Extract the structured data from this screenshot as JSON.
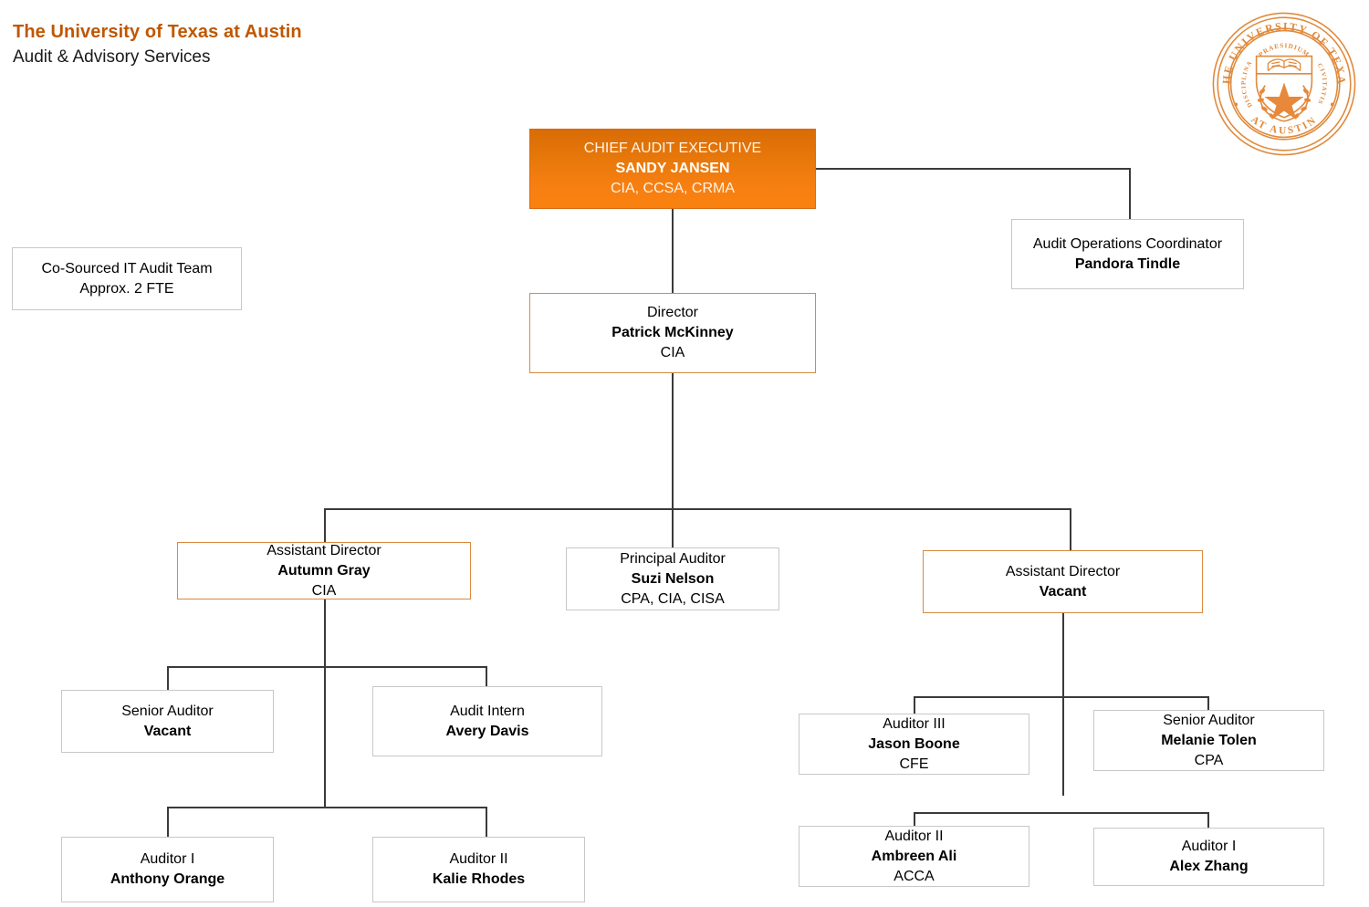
{
  "header": {
    "line1": "The University of Texas at Austin",
    "line2": "Audit & Advisory Services"
  },
  "seal": {
    "name": "ut-austin-seal",
    "top_text": "THE UNIVERSITY OF TEXAS",
    "bottom_text": "AT AUSTIN",
    "shield_text": "PRAESIDIUM",
    "left_text": "DISCIPLINA",
    "right_text": "CIVITATIS",
    "color": "#e08a3c"
  },
  "colors": {
    "brand_orange": "#bf5700",
    "box_fill_top": "#d96c06",
    "box_fill_bottom": "#f9820f",
    "box_border_orange": "#d88a3f",
    "box_border_gray": "#c8c8c8",
    "line": "#3a3a3a"
  },
  "nodes": {
    "cae": {
      "title": "CHIEF AUDIT EXECUTIVE",
      "name": "SANDY JANSEN",
      "creds": "CIA, CCSA, CRMA"
    },
    "audit_ops": {
      "title": "Audit Operations Coordinator",
      "name": "Pandora Tindle"
    },
    "cosourced": {
      "title": "Co-Sourced IT Audit Team",
      "name": "Approx. 2 FTE"
    },
    "director": {
      "title": "Director",
      "name": "Patrick McKinney",
      "creds": "CIA"
    },
    "asst_dir_left": {
      "title": "Assistant Director",
      "name": "Autumn Gray",
      "creds": "CIA"
    },
    "principal_auditor": {
      "title": "Principal Auditor",
      "name": "Suzi Nelson",
      "creds": "CPA, CIA, CISA"
    },
    "asst_dir_right": {
      "title": "Assistant Director",
      "name": "Vacant"
    },
    "senior_auditor_left": {
      "title": "Senior Auditor",
      "name": "Vacant"
    },
    "audit_intern": {
      "title": "Audit Intern",
      "name": "Avery Davis"
    },
    "auditor_i_left": {
      "title": "Auditor I",
      "name": "Anthony Orange"
    },
    "auditor_ii_left": {
      "title": "Auditor II",
      "name": "Kalie Rhodes"
    },
    "auditor_iii_right": {
      "title": "Auditor III",
      "name": "Jason Boone",
      "creds": "CFE"
    },
    "senior_auditor_right": {
      "title": "Senior Auditor",
      "name": "Melanie Tolen",
      "creds": "CPA"
    },
    "auditor_ii_right": {
      "title": "Auditor II",
      "name": "Ambreen Ali",
      "creds": "ACCA"
    },
    "auditor_i_right": {
      "title": "Auditor I",
      "name": "Alex Zhang"
    }
  }
}
